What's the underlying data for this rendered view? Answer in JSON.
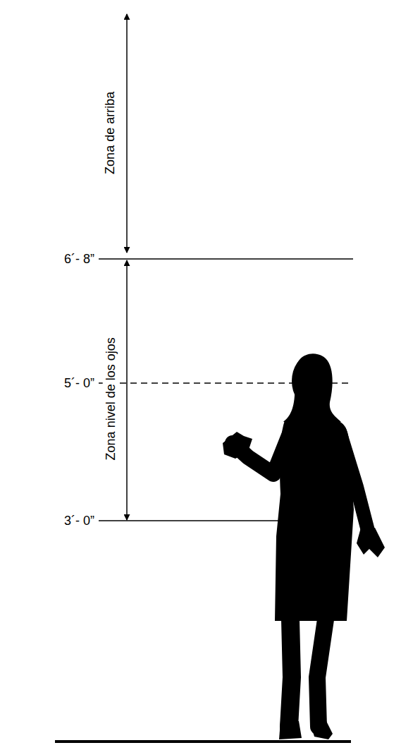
{
  "diagram": {
    "labels": [
      "Zona de arriba",
      "6´- 8”",
      "Zona nivel de los ojos",
      "5´- 0”",
      "3´- 0”"
    ]
  }
}
